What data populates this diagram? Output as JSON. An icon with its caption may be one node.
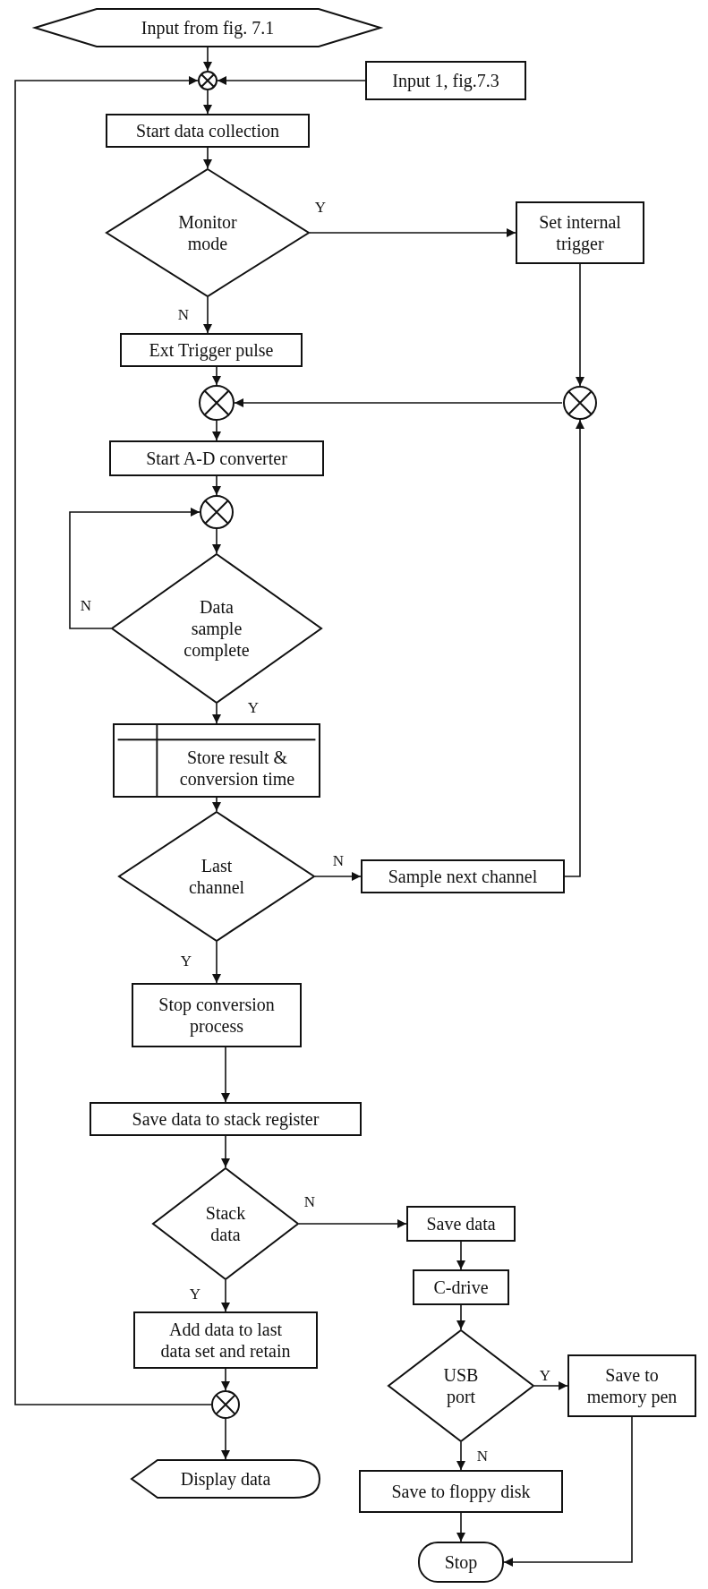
{
  "diagram": {
    "nodes": [
      {
        "text": [
          "Input from fig. 7.1"
        ]
      },
      {
        "text": [],
        "shape": "circle"
      },
      {
        "text": [
          "Input 1, fig.7.3"
        ]
      },
      {
        "text": [
          "Start data collection"
        ]
      },
      {
        "text": [
          "Monitor mode"
        ]
      },
      {
        "text": [
          "Set internal trigger"
        ]
      },
      {
        "text": [
          "Ext Trigger pulse"
        ]
      },
      {
        "text": [],
        "shape": "circle"
      },
      {
        "text": [],
        "shape": "circle"
      },
      {
        "text": [
          "Start A-D converter"
        ]
      },
      {
        "text": [],
        "shape": "circle"
      },
      {
        "text": [
          "Data sample complete"
        ]
      },
      {
        "text": [
          "Store result & conversion time"
        ]
      },
      {
        "text": [
          "Last channel"
        ]
      },
      {
        "text": [
          "Sample next channel"
        ]
      },
      {
        "text": [
          "Stop conversion process"
        ]
      },
      {
        "text": [
          "Save data to stack register"
        ]
      },
      {
        "text": [
          "Stack data"
        ]
      },
      {
        "text": [
          "Save data"
        ]
      },
      {
        "text": [
          "Add data to last data set and retain"
        ]
      },
      {
        "text": [],
        "shape": "circle"
      },
      {
        "text": [
          "C-drive"
        ]
      },
      {
        "text": [
          "USB port"
        ]
      },
      {
        "text": [
          "Save to memory pen"
        ]
      },
      {
        "text": [
          "Display data"
        ]
      },
      {
        "text": [
          "Save to floppy disk"
        ]
      },
      {
        "text": [
          "Stop"
        ]
      }
    ],
    "edges": [
      {
        "from": 0,
        "to": 1,
        "arrow": "to"
      },
      {
        "from": 2,
        "to": 1,
        "arrow": "to"
      },
      {
        "from": 20,
        "to": 1,
        "arrow": "to"
      },
      {
        "from": 1,
        "to": 3,
        "arrow": "to"
      },
      {
        "from": 3,
        "to": 4,
        "arrow": "to"
      },
      {
        "from": 4,
        "to": 5,
        "arrow": "to",
        "label": "Y"
      },
      {
        "from": 4,
        "to": 6,
        "arrow": "to",
        "label": "N"
      },
      {
        "from": 5,
        "to": 8,
        "arrow": "to"
      },
      {
        "from": 6,
        "to": 7,
        "arrow": "to"
      },
      {
        "from": 8,
        "to": 7,
        "arrow": "to"
      },
      {
        "from": 7,
        "to": 9,
        "arrow": "to"
      },
      {
        "from": 9,
        "to": 10,
        "arrow": "to"
      },
      {
        "from": 10,
        "to": 11,
        "arrow": "to"
      },
      {
        "from": 11,
        "to": 10,
        "arrow": "to",
        "label": "N"
      },
      {
        "from": 11,
        "to": 12,
        "arrow": "to",
        "label": "Y"
      },
      {
        "from": 12,
        "to": 13,
        "arrow": "to"
      },
      {
        "from": 13,
        "to": 14,
        "arrow": "to",
        "label": "N"
      },
      {
        "from": 14,
        "to": 8,
        "arrow": "to"
      },
      {
        "from": 13,
        "to": 15,
        "arrow": "to",
        "label": "Y"
      },
      {
        "from": 15,
        "to": 16,
        "arrow": "to"
      },
      {
        "from": 16,
        "to": 17,
        "arrow": "to"
      },
      {
        "from": 17,
        "to": 18,
        "arrow": "to",
        "label": "N"
      },
      {
        "from": 17,
        "to": 19,
        "arrow": "to",
        "label": "Y"
      },
      {
        "from": 18,
        "to": 21,
        "arrow": "to"
      },
      {
        "from": 21,
        "to": 22,
        "arrow": "to"
      },
      {
        "from": 22,
        "to": 23,
        "arrow": "to",
        "label": "Y"
      },
      {
        "from": 22,
        "to": 25,
        "arrow": "to",
        "label": "N"
      },
      {
        "from": 19,
        "to": 20,
        "arrow": "to"
      },
      {
        "from": 20,
        "to": 24,
        "arrow": "to"
      },
      {
        "from": 25,
        "to": 26,
        "arrow": "to"
      },
      {
        "from": 23,
        "to": 26,
        "arrow": "to"
      }
    ]
  }
}
